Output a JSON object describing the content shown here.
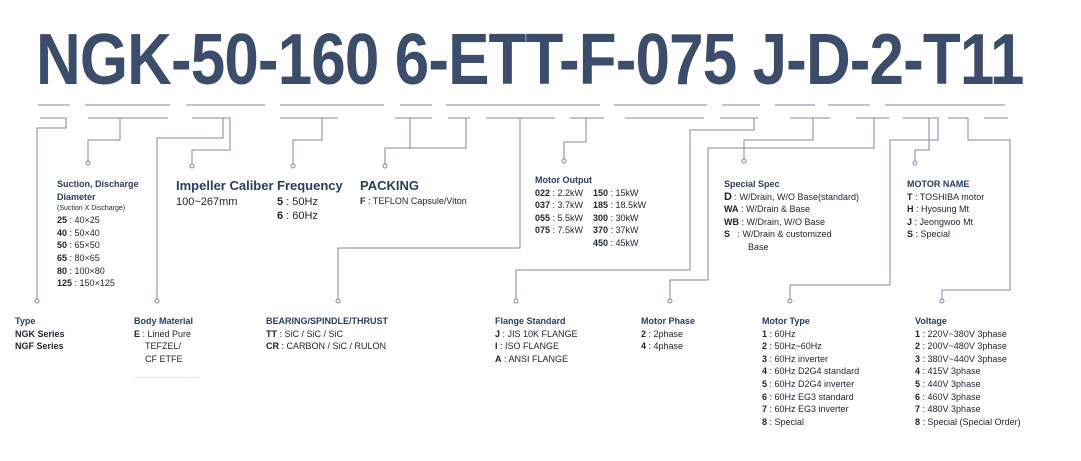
{
  "model_code": "NGK-50-160 6-ETT-F-075 J-D-2-T11",
  "suction": {
    "title": "Suction, Discharge Diameter",
    "note": "(Suction X Discharge)",
    "items": [
      {
        "code": "25",
        "desc": "40×25"
      },
      {
        "code": "40",
        "desc": "50×40"
      },
      {
        "code": "50",
        "desc": "65×50"
      },
      {
        "code": "65",
        "desc": "80×65"
      },
      {
        "code": "80",
        "desc": "100×80"
      },
      {
        "code": "125",
        "desc": "150×125"
      }
    ]
  },
  "impeller": {
    "title": "Impeller Caliber",
    "value": "100~267mm"
  },
  "frequency": {
    "title": "Frequency",
    "items": [
      {
        "code": "5",
        "desc": "50Hz"
      },
      {
        "code": "6",
        "desc": "60Hz"
      }
    ]
  },
  "packing": {
    "title": "PACKING",
    "items": [
      {
        "code": "F",
        "desc": "TEFLON Capsule/Viton"
      }
    ]
  },
  "motor_output": {
    "title": "Motor Output",
    "items": [
      {
        "code": "022",
        "desc": "2.2kW"
      },
      {
        "code": "150",
        "desc": "15kW"
      },
      {
        "code": "037",
        "desc": "3.7kW"
      },
      {
        "code": "185",
        "desc": "18.5kW"
      },
      {
        "code": "055",
        "desc": "5.5kW"
      },
      {
        "code": "300",
        "desc": "30kW"
      },
      {
        "code": "075",
        "desc": "7.5kW"
      },
      {
        "code": "370",
        "desc": "37kW"
      },
      {
        "code": "",
        "desc": ""
      },
      {
        "code": "450",
        "desc": "45kW"
      }
    ]
  },
  "special_spec": {
    "title": "Special Spec",
    "items": [
      {
        "code": "D",
        "desc": "W/Drain, W/O Base(standard)"
      },
      {
        "code": "WA",
        "desc": "W/Drain & Base"
      },
      {
        "code": "WB",
        "desc": "W/Drain, W/O Base"
      },
      {
        "code": "S",
        "desc": "W/Drain & customized"
      }
    ],
    "cont": "Base"
  },
  "motor_name": {
    "title": "MOTOR NAME",
    "items": [
      {
        "code": "T",
        "desc": "TOSHIBA motor"
      },
      {
        "code": "H",
        "desc": "Hyosung Mt"
      },
      {
        "code": "J",
        "desc": "Jeongwoo Mt"
      },
      {
        "code": "S",
        "desc": "Special"
      }
    ]
  },
  "type": {
    "title": "Type",
    "items": [
      "NGK Series",
      "NGF Series"
    ]
  },
  "body_material": {
    "title": "Body Material",
    "code": "E",
    "lines": [
      "Lined Pure",
      "TEFZEL/",
      "CF ETFE"
    ],
    "faded": "~~~~~~~~~~~~~"
  },
  "bearing": {
    "title": "BEARING/SPINDLE/THRUST",
    "items": [
      {
        "code": "TT",
        "desc": "SiC / SiC / SiC"
      },
      {
        "code": "CR",
        "desc": "CARBON / SiC / RULON"
      }
    ]
  },
  "flange": {
    "title": "Flange Standard",
    "items": [
      {
        "code": "J",
        "desc": "JIS 10K FLANGE"
      },
      {
        "code": "I",
        "desc": "ISO FLANGE"
      },
      {
        "code": "A",
        "desc": "ANSI FLANGE"
      }
    ]
  },
  "motor_phase": {
    "title": "Motor Phase",
    "items": [
      {
        "code": "2",
        "desc": "2phase"
      },
      {
        "code": "4",
        "desc": "4phase"
      }
    ]
  },
  "motor_type": {
    "title": "Motor Type",
    "items": [
      {
        "code": "1",
        "desc": "60Hz"
      },
      {
        "code": "2",
        "desc": "50Hz~60Hz"
      },
      {
        "code": "3",
        "desc": "60Hz inverter"
      },
      {
        "code": "4",
        "desc": "60Hz D2G4 standard"
      },
      {
        "code": "5",
        "desc": "60Hz D2G4 inverter"
      },
      {
        "code": "6",
        "desc": "60Hz EG3 standard"
      },
      {
        "code": "7",
        "desc": "60Hz EG3 inverter"
      },
      {
        "code": "8",
        "desc": "Special"
      }
    ]
  },
  "voltage": {
    "title": "Voltage",
    "items": [
      {
        "code": "1",
        "desc": "220V~380V 3phase"
      },
      {
        "code": "2",
        "desc": "200V~480V 3phase"
      },
      {
        "code": "3",
        "desc": "380V~440V 3phase"
      },
      {
        "code": "4",
        "desc": "415V 3phase"
      },
      {
        "code": "5",
        "desc": "440V 3phase"
      },
      {
        "code": "6",
        "desc": "460V 3phase"
      },
      {
        "code": "7",
        "desc": "480V 3phase"
      },
      {
        "code": "8",
        "desc": "Special (Special Order)"
      }
    ]
  },
  "colors": {
    "code_text": "#3b4d6b",
    "title_text": "#2b3e5e",
    "body_text": "#1b2433",
    "connector_line": "#7c8aa3"
  }
}
